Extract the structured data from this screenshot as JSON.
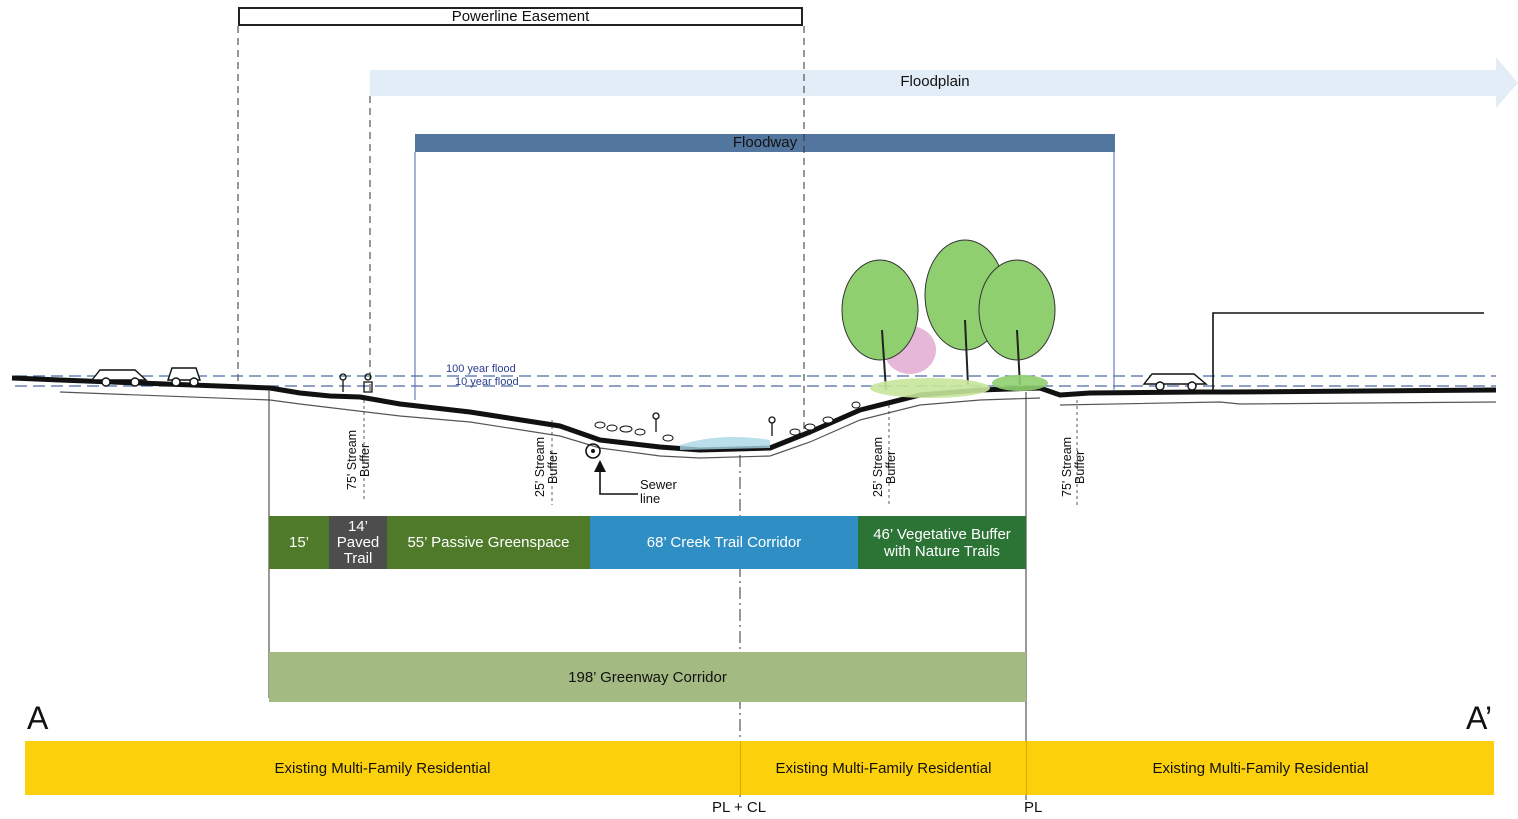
{
  "labels": {
    "powerline_easement": "Powerline Easement",
    "floodplain": "Floodplain",
    "floodway": "Floodway",
    "flood_100": "100 year flood",
    "flood_10": "10 year flood",
    "sewer_line": "Sewer\nline",
    "buffer_75_left": "75' Stream\nBuffer",
    "buffer_25_left": "25' Stream\nBuffer",
    "buffer_25_right": "25' Stream\nBuffer",
    "buffer_75_right": "75' Stream\nBuffer",
    "section_start": "A",
    "section_end": "A’",
    "property_line_center": "PL + CL",
    "property_line_right": "PL"
  },
  "zones": {
    "z15": "15’",
    "paved_trail": "14’\nPaved\nTrail",
    "passive_greenspace": "55’ Passive Greenspace",
    "creek_trail": "68’ Creek Trail Corridor",
    "vegetative_buffer": "46’ Vegetative Buffer\nwith Nature Trails"
  },
  "greenway": "198’ Greenway Corridor",
  "landuse": {
    "left": "Existing Multi-Family Residential",
    "middle": "Existing Multi-Family Residential",
    "right": "Existing Multi-Family Residential"
  },
  "colors": {
    "floodplain": "#e3edf7",
    "floodway": "#52769e",
    "zone_green": "#4e7a2a",
    "paved": "#4d4d4d",
    "creek": "#2f8fc5",
    "veg_buffer": "#2c7435",
    "greenway": "#a3bb83",
    "residential": "#fcd10b",
    "flood_line": "#4b6aa8"
  },
  "icons": [
    "car-icon",
    "pedestrian-icon",
    "tree-icon",
    "sewer-pipe-icon",
    "arrow-icon"
  ]
}
